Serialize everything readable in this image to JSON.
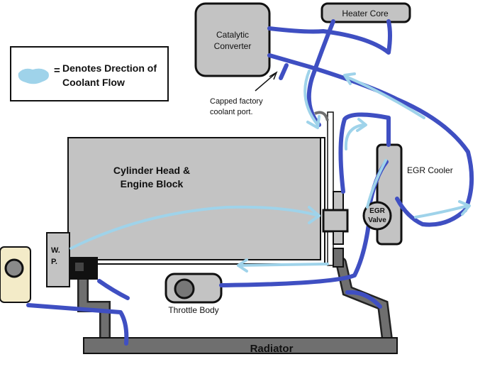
{
  "legend": {
    "equals": "=",
    "line1": "Denotes Drection of",
    "line2": "Coolant Flow"
  },
  "components": {
    "catalytic_converter": [
      "Catalytic",
      "Converter"
    ],
    "heater_core": "Heater Core",
    "capped_port": [
      "Capped factory",
      "coolant port."
    ],
    "engine_block": [
      "Cylinder Head &",
      "Engine Block"
    ],
    "egr_cooler": "EGR Cooler",
    "egr_valve": [
      "EGR",
      "Valve"
    ],
    "water_pump": [
      "W.",
      "P."
    ],
    "throttle_body": "Throttle Body",
    "radiator": "Radiator"
  },
  "colors": {
    "coolant_line": "#3f4fc2",
    "flow_arrow": "#9fd3ea",
    "component_fill": "#c3c3c3",
    "reservoir_fill": "#f3ebc8",
    "hose": "#6f6f6f"
  }
}
